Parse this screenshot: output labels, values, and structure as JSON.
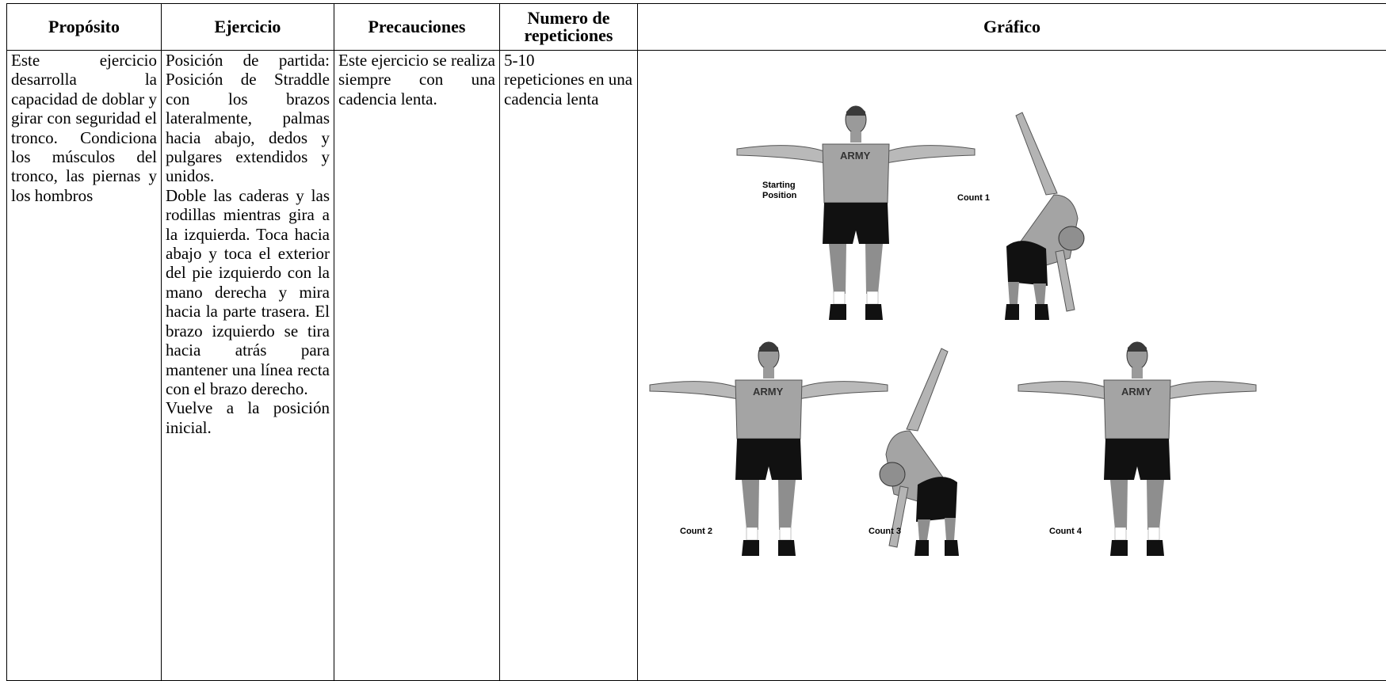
{
  "table": {
    "headers": {
      "purpose": "Propósito",
      "exercise": "Ejercicio",
      "precautions": "Precauciones",
      "reps_line1": "Numero de",
      "reps_line2": "repeticiones",
      "graphic": "Gráfico"
    },
    "row": {
      "purpose": "Este ejercicio desarrolla la capacidad de doblar y girar con seguridad el tronco. Condiciona los músculos del tronco, las piernas y los hombros",
      "exercise_p1": "Posición de partida: Posición de Straddle con los brazos lateralmente, palmas hacia abajo, dedos y pulgares extendidos y unidos.",
      "exercise_p2": "Doble las caderas y las rodillas mientras gira a la izquierda. Toca hacia abajo y toca el exterior del pie izquierdo con la mano derecha y mira hacia la parte trasera. El brazo izquierdo se tira hacia atrás para mantener una línea recta con el brazo derecho.",
      "exercise_p3": "Vuelve a la posición inicial.",
      "precautions": "Este ejercicio se realiza siempre con una cadencia lenta.",
      "reps_line1": "5-10",
      "reps_line2": "repeticiones en una cadencia lenta"
    }
  },
  "figure": {
    "shirt_text": "ARMY",
    "labels": {
      "starting_line1": "Starting",
      "starting_line2": "Position",
      "count1": "Count 1",
      "count2": "Count 2",
      "count3": "Count 3",
      "count4": "Count 4"
    }
  }
}
